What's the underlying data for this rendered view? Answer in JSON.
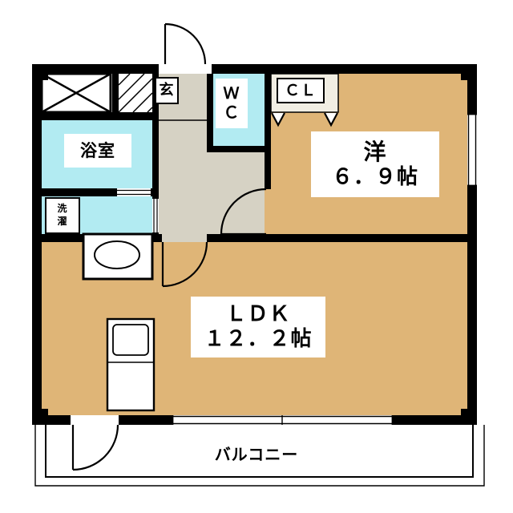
{
  "colors": {
    "wall": "#000000",
    "room_floor": "#dfb577",
    "wet_area": "#b2ebf2",
    "hallway": "#d6d2c4",
    "closet_floor": "#f1eee3",
    "fixture_white": "#ffffff"
  },
  "rooms": {
    "western": {
      "label": "洋",
      "size": "６．９帖"
    },
    "ldk": {
      "label": "ＬＤＫ",
      "size": "１２．２帖"
    },
    "bathroom": {
      "label": "浴室"
    },
    "wc": {
      "label_line1": "Ｗ",
      "label_line2": "Ｃ"
    },
    "closet": {
      "label": "ＣＬ"
    },
    "entrance": {
      "label": "玄"
    },
    "laundry": {
      "label_line1": "洗",
      "label_line2": "濯"
    },
    "balcony": {
      "label": "バルコニー"
    }
  }
}
